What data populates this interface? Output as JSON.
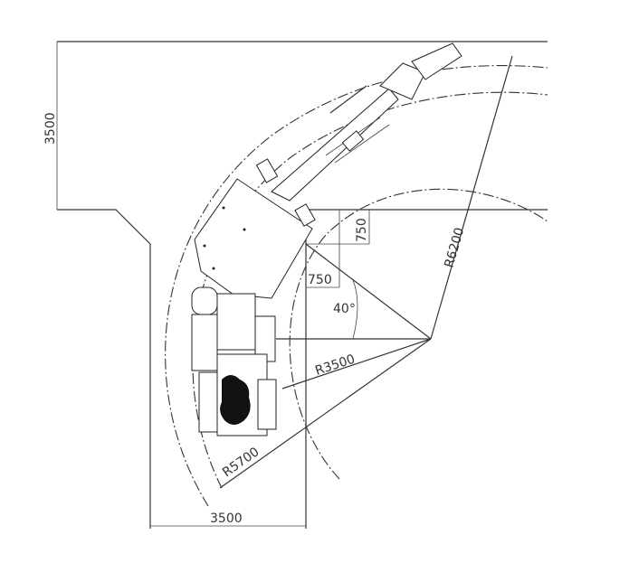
{
  "drawing": {
    "dimensions": {
      "left_height": "3500",
      "bottom_width": "3500",
      "offset_vertical": "750",
      "offset_horizontal": "750",
      "angle": "40°",
      "radius_inner": "R3500",
      "radius_middle": "R5700",
      "radius_outer": "R6200"
    }
  }
}
